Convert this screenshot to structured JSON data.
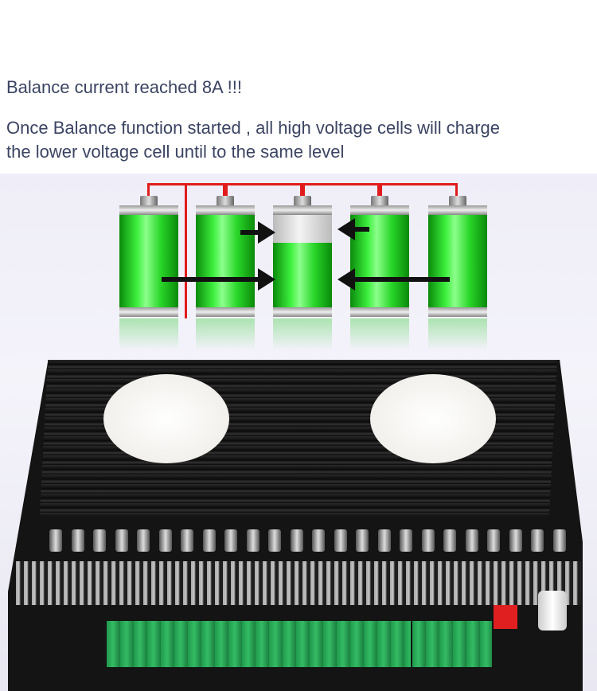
{
  "headline": "Balance current reached 8A !!!",
  "description": {
    "line1": "Once Balance function started , all high voltage cells will charge",
    "line2": "the lower voltage cell until to the same level"
  },
  "colors": {
    "text": "#3b4462",
    "battery_green": "#2fd62f",
    "wire": "#e01c1c",
    "terminal": "#2aa857"
  },
  "batteries": [
    {
      "level": "full"
    },
    {
      "level": "full"
    },
    {
      "level": "partial"
    },
    {
      "level": "full"
    },
    {
      "level": "full"
    }
  ]
}
